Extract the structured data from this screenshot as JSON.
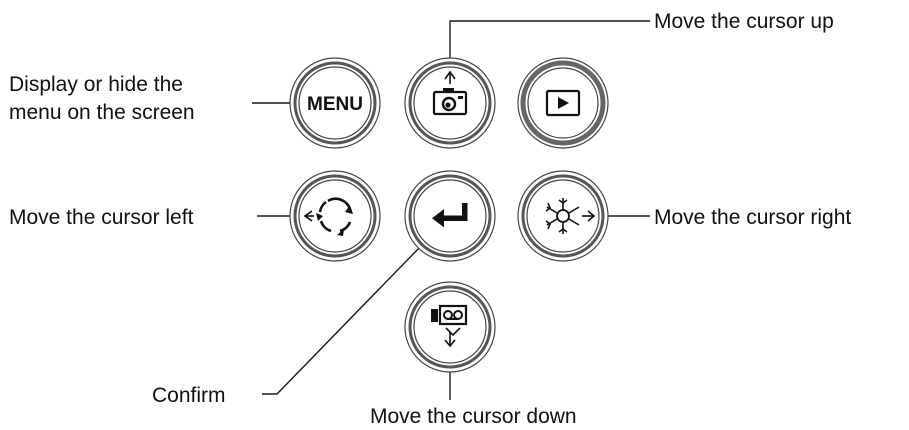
{
  "labels": {
    "up": "Move the cursor up",
    "menu_line1": "Display or hide the",
    "menu_line2": "menu on the screen",
    "left": "Move the cursor left",
    "right": "Move the cursor right",
    "confirm": "Confirm",
    "down": "Move the cursor down"
  },
  "buttons": {
    "menu_text": "MENU"
  },
  "icons": [
    "camera-icon",
    "play-icon",
    "rotate-icon",
    "enter-arrow-icon",
    "snowflake-icon",
    "video-recorder-icon"
  ],
  "colors": {
    "line": "#1a1a1a",
    "ring": "#555555"
  }
}
